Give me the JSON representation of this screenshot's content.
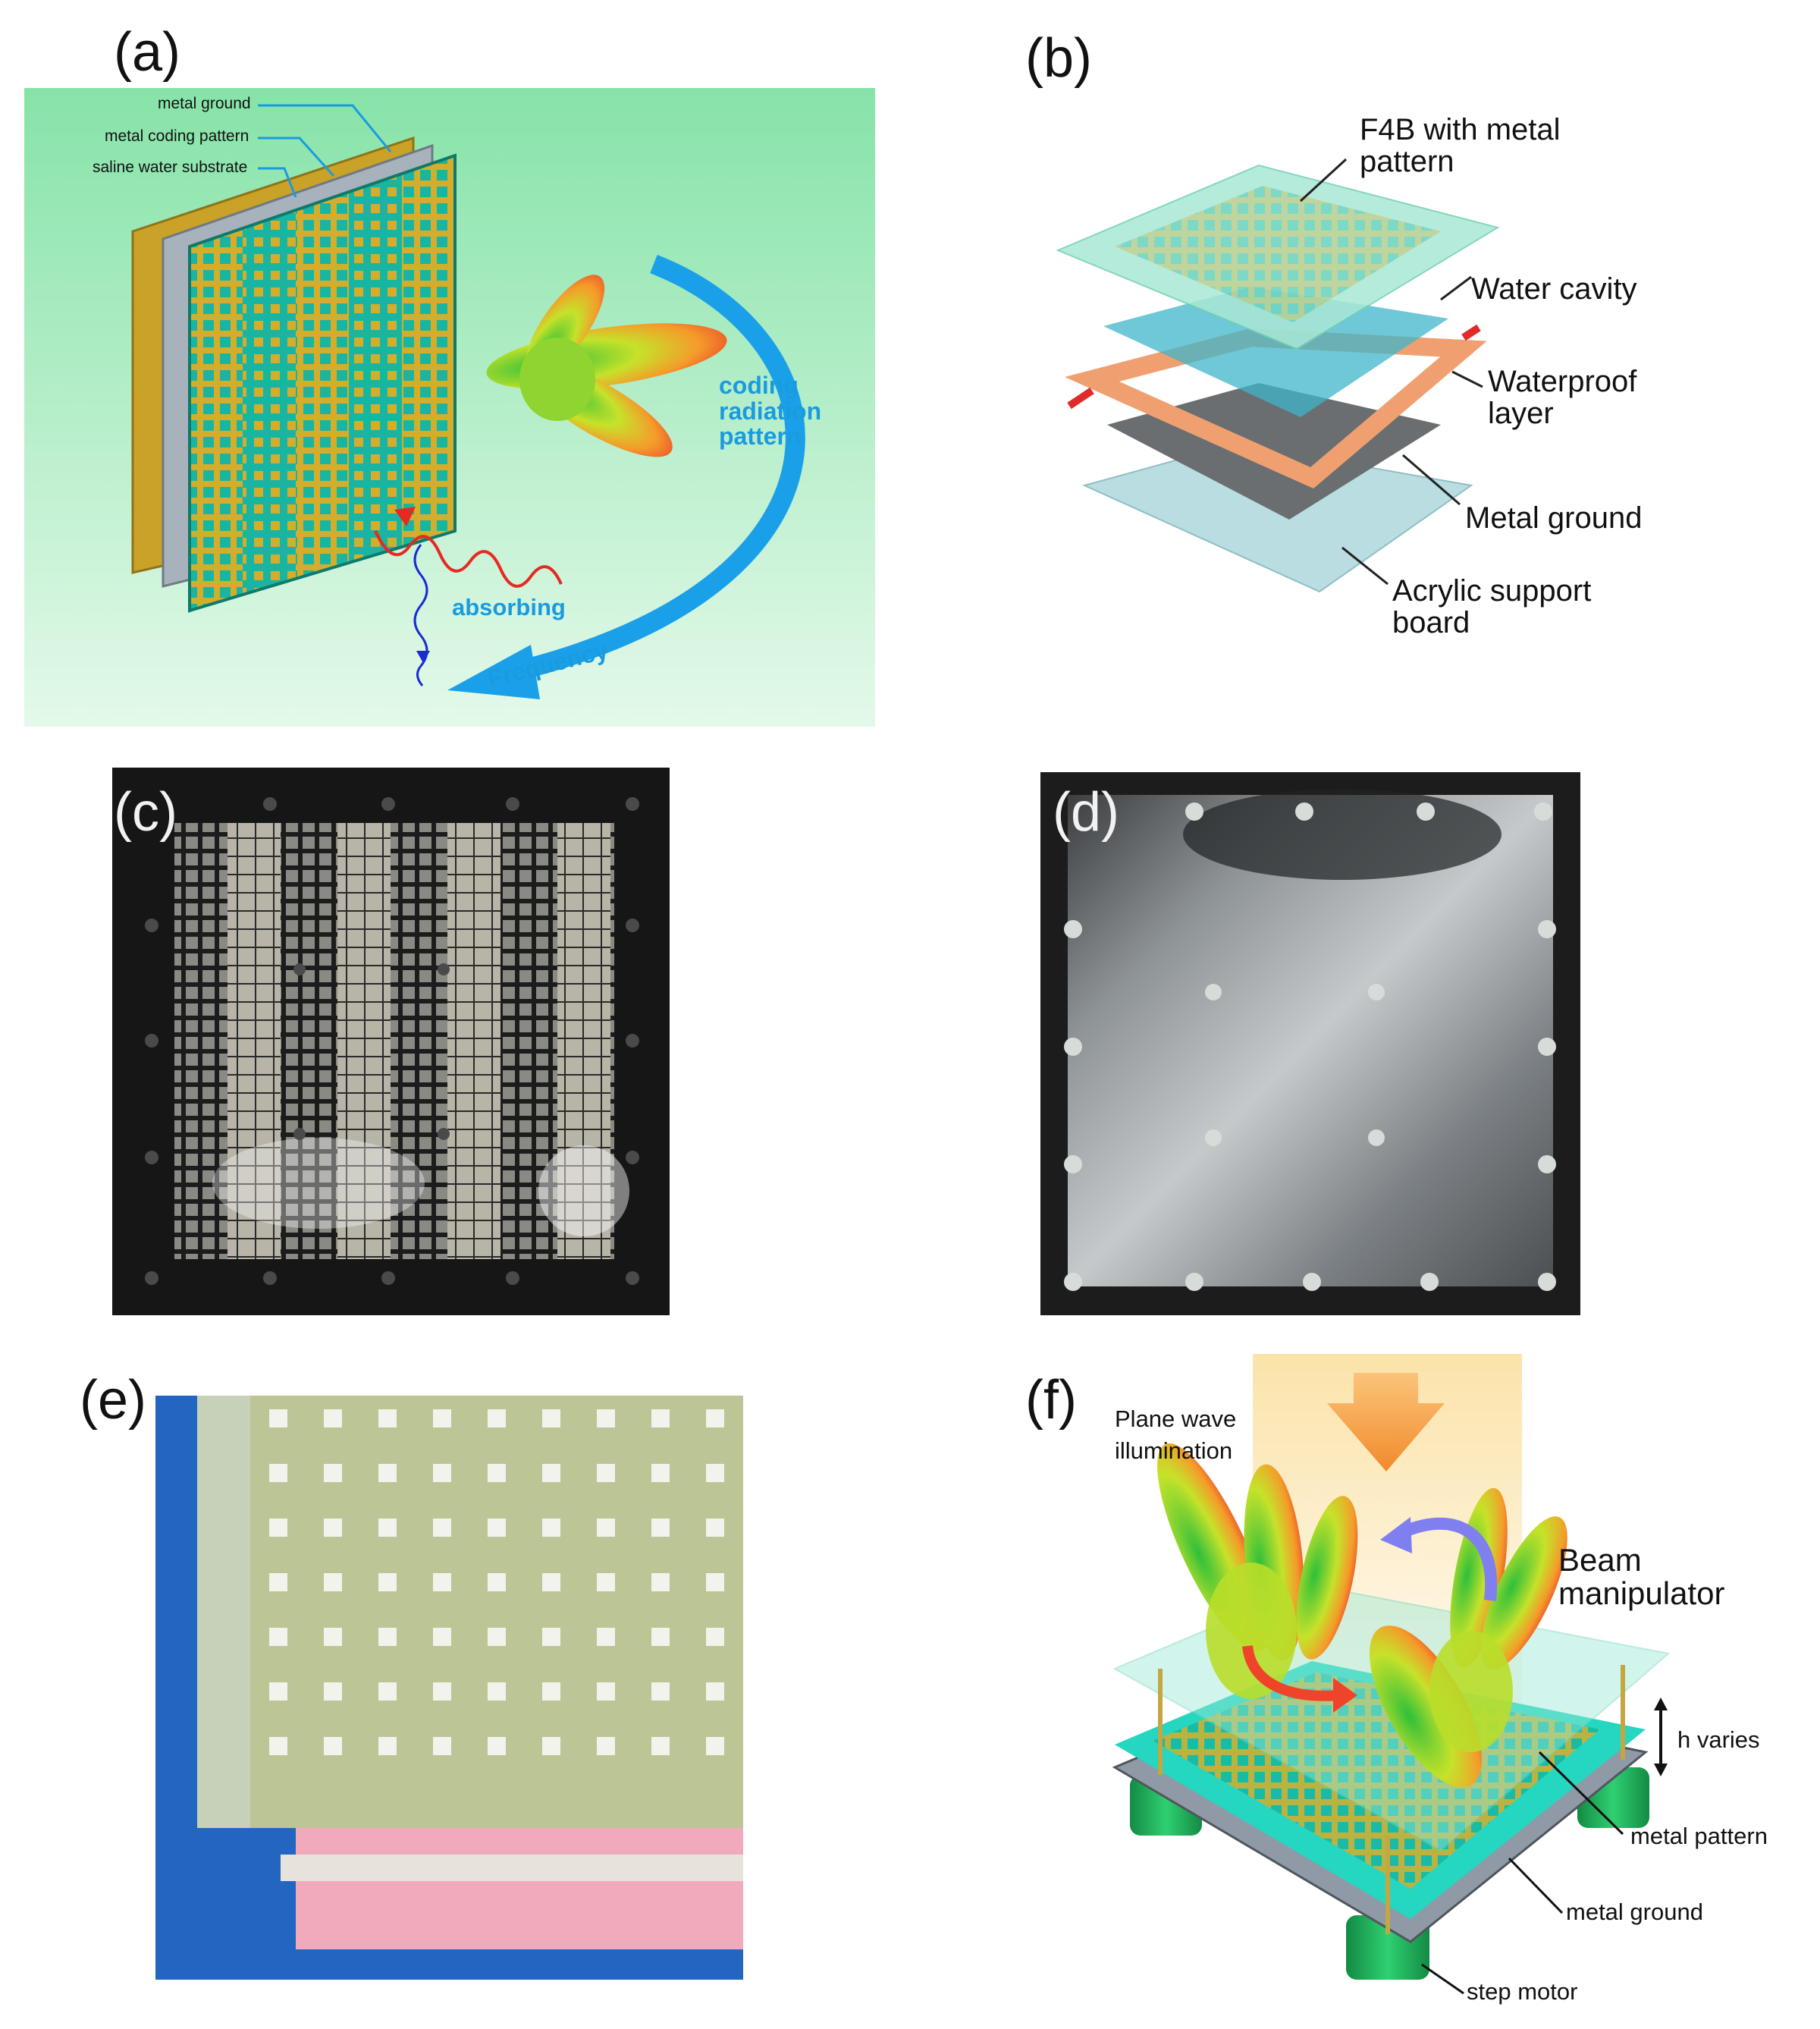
{
  "panels": {
    "a": {
      "letter": "(a)",
      "labels": {
        "metal_ground": "metal ground",
        "metal_coding_pattern": "metal coding pattern",
        "saline_water_substrate": "saline water substrate",
        "coding_radiation_pattern": [
          "coding",
          "radiation",
          "pattern"
        ],
        "absorbing": "absorbing",
        "frequency": "Frequency"
      },
      "colors": {
        "background_top": "#86e3a8",
        "background_bottom": "#dff8e6",
        "frequency_arrow": "#1aa0e8",
        "gold": "#c9a227",
        "teal": "#17b7a3"
      }
    },
    "b": {
      "letter": "(b)",
      "labels": {
        "f4b": [
          "F4B with metal",
          "pattern"
        ],
        "water_cavity": "Water cavity",
        "waterproof_layer": [
          "Waterproof",
          "layer"
        ],
        "metal_ground": "Metal ground",
        "acrylic_support_board": [
          "Acrylic support",
          "board"
        ]
      },
      "colors": {
        "frame": "#f0a070",
        "water": "#3fb6c9",
        "ground": "#6a6e70",
        "acrylic": "#b9dde0"
      }
    },
    "c": {
      "letter": "(c)"
    },
    "d": {
      "letter": "(d)"
    },
    "e": {
      "letter": "(e)"
    },
    "f": {
      "letter": "(f)",
      "labels": {
        "plane_wave": [
          "Plane wave",
          "illumination"
        ],
        "beam_manipulator": [
          "Beam",
          "manipulator"
        ],
        "h_varies": "h varies",
        "metal_pattern": "metal pattern",
        "metal_ground": "metal ground",
        "step_motor": "step motor"
      },
      "colors": {
        "illumination": "#fbe6b4",
        "arrow": "#f59a3a",
        "rotate_arrow": "#7f7ff0",
        "teal": "#25d6c0",
        "motor": "#1fae5c"
      }
    }
  }
}
